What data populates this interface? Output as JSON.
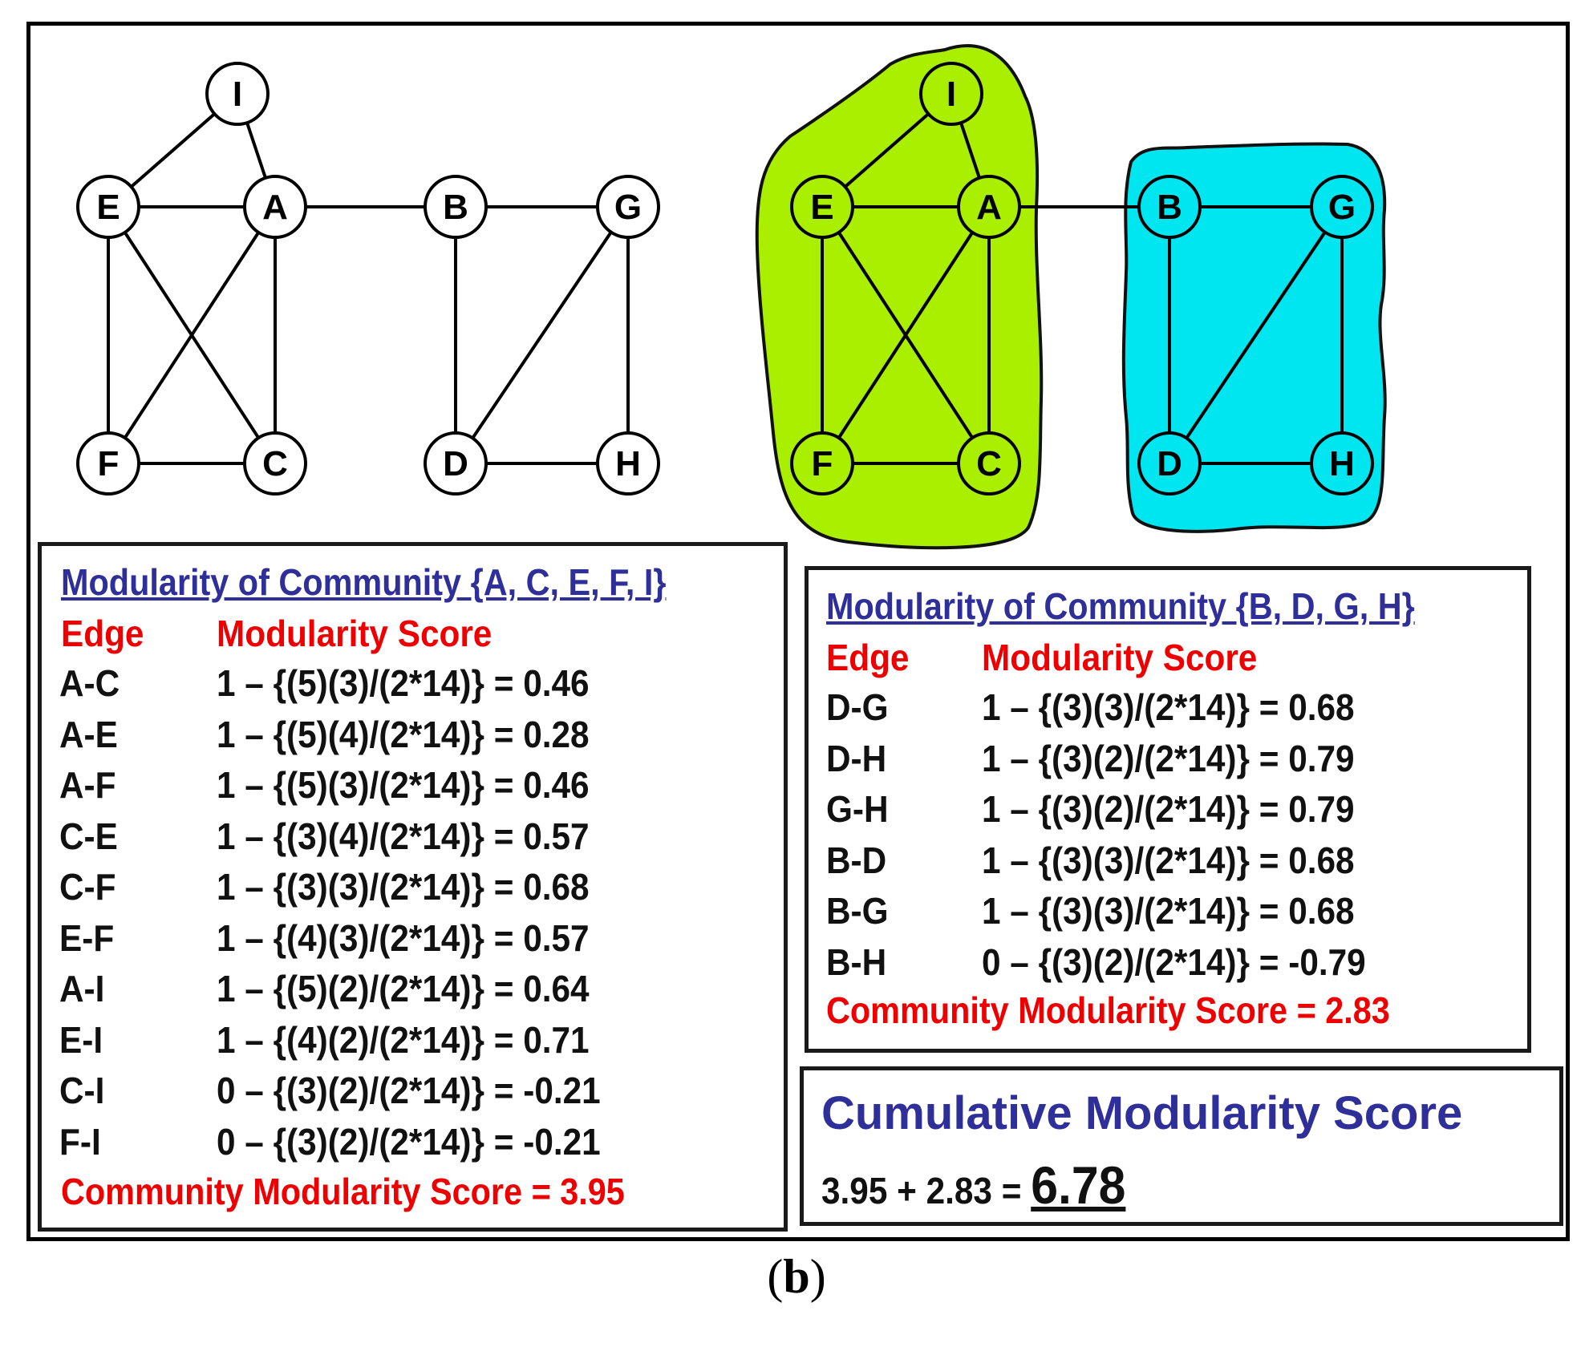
{
  "graph": {
    "nodes": [
      "I",
      "E",
      "A",
      "B",
      "G",
      "F",
      "C",
      "D",
      "H"
    ],
    "edges": [
      [
        "I",
        "E"
      ],
      [
        "I",
        "A"
      ],
      [
        "E",
        "A"
      ],
      [
        "E",
        "F"
      ],
      [
        "E",
        "C"
      ],
      [
        "A",
        "F"
      ],
      [
        "A",
        "C"
      ],
      [
        "F",
        "C"
      ],
      [
        "A",
        "B"
      ],
      [
        "B",
        "G"
      ],
      [
        "B",
        "D"
      ],
      [
        "G",
        "D"
      ],
      [
        "G",
        "H"
      ],
      [
        "D",
        "H"
      ]
    ]
  },
  "community_colors": {
    "left": "#aaee00",
    "right": "#00e6f0"
  },
  "panel_left": {
    "title": "Modularity of Community {A, C, E, F, I}",
    "header_edge": "Edge",
    "header_score": "Modularity Score",
    "rows": [
      {
        "edge": "A-C",
        "formula": "1 – {(5)(3)/(2*14)} = 0.46"
      },
      {
        "edge": "A-E",
        "formula": "1 – {(5)(4)/(2*14)} = 0.28"
      },
      {
        "edge": "A-F",
        "formula": "1 – {(5)(3)/(2*14)} = 0.46"
      },
      {
        "edge": "C-E",
        "formula": "1 – {(3)(4)/(2*14)} = 0.57"
      },
      {
        "edge": "C-F",
        "formula": "1 – {(3)(3)/(2*14)} = 0.68"
      },
      {
        "edge": "E-F",
        "formula": "1 – {(4)(3)/(2*14)} = 0.57"
      },
      {
        "edge": "A-I",
        "formula": "1 – {(5)(2)/(2*14)} = 0.64"
      },
      {
        "edge": "E-I",
        "formula": "1 – {(4)(2)/(2*14)} = 0.71"
      },
      {
        "edge": "C-I",
        "formula": "0 – {(3)(2)/(2*14)} = -0.21"
      },
      {
        "edge": "F-I",
        "formula": "0 – {(3)(2)/(2*14)} = -0.21"
      }
    ],
    "total": "Community Modularity Score = 3.95"
  },
  "panel_right": {
    "title": "Modularity of Community {B, D, G, H}",
    "header_edge": "Edge",
    "header_score": "Modularity Score",
    "rows": [
      {
        "edge": "D-G",
        "formula": "1 – {(3)(3)/(2*14)} = 0.68"
      },
      {
        "edge": "D-H",
        "formula": "1 – {(3)(2)/(2*14)} = 0.79"
      },
      {
        "edge": "G-H",
        "formula": "1 – {(3)(2)/(2*14)} = 0.79"
      },
      {
        "edge": "B-D",
        "formula": "1 – {(3)(3)/(2*14)} = 0.68"
      },
      {
        "edge": "B-G",
        "formula": "1 – {(3)(3)/(2*14)} = 0.68"
      },
      {
        "edge": "B-H",
        "formula": "0 – {(3)(2)/(2*14)} = -0.79"
      }
    ],
    "total": "Community Modularity Score = 2.83"
  },
  "cumulative": {
    "title": "Cumulative Modularity Score",
    "equation": "3.95 + 2.83 = ",
    "result": "6.78"
  },
  "caption": {
    "open": "(",
    "letter": "b",
    "close": ")"
  }
}
